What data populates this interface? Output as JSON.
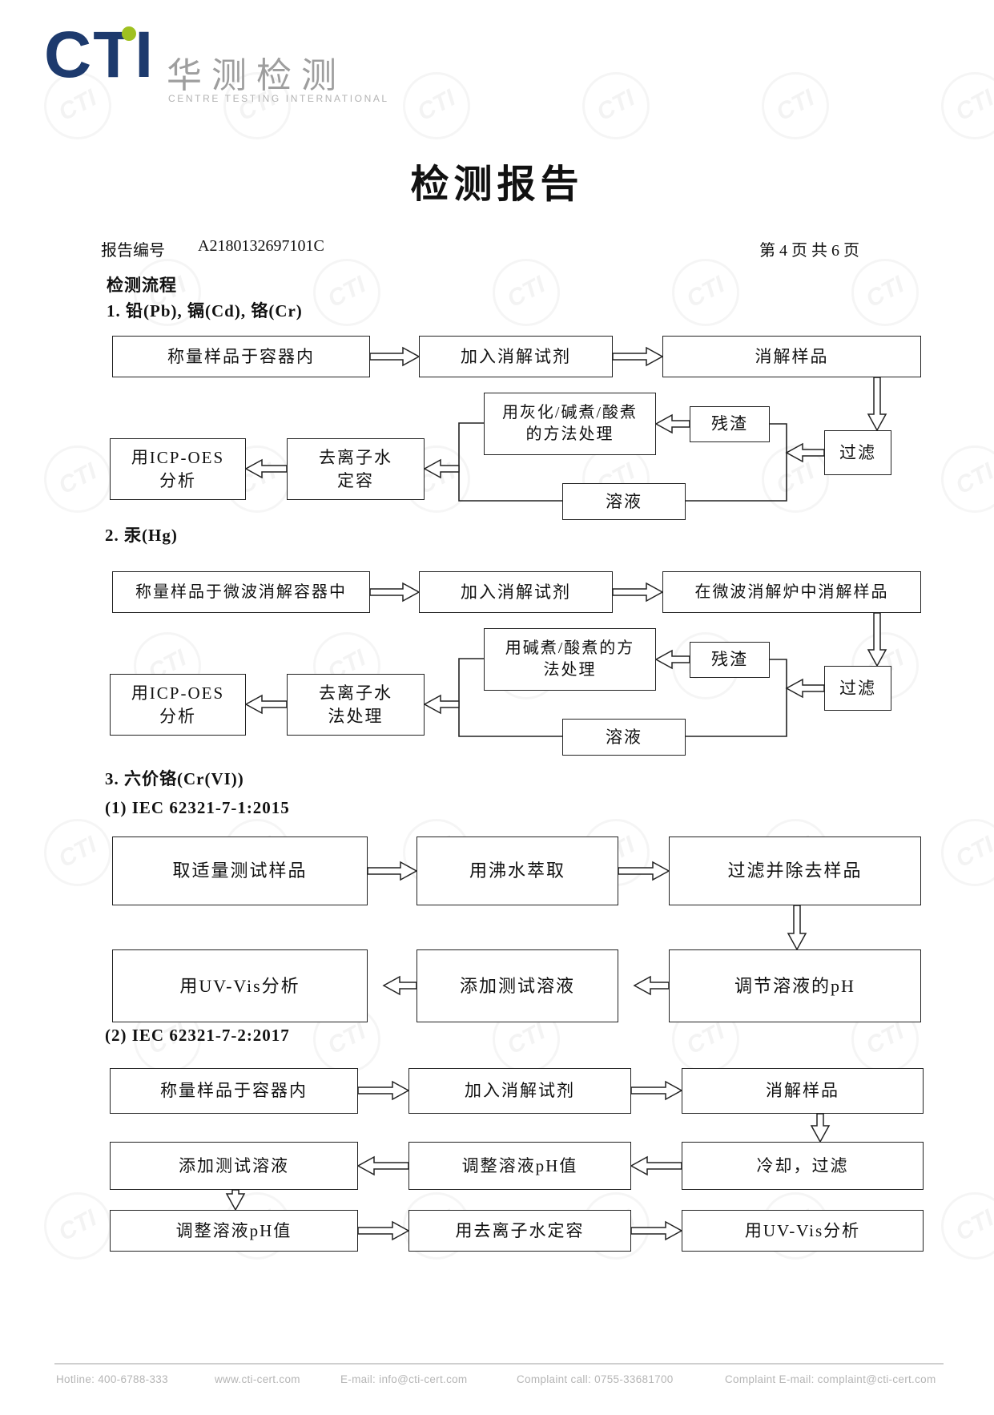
{
  "logo": {
    "brand": "CTI",
    "brand_cn": "华测检测",
    "brand_sub": "CENTRE TESTING INTERNATIONAL"
  },
  "title": "检测报告",
  "report_meta": {
    "label": "报告编号",
    "number": "A2180132697101C",
    "page_info": "第 4 页  共 6 页"
  },
  "process_title": "检测流程",
  "sections": {
    "s1": {
      "heading": "1. 铅(Pb), 镉(Cd), 铬(Cr)"
    },
    "s2": {
      "heading": "2. 汞(Hg)"
    },
    "s3": {
      "heading": "3. 六价铬(Cr(VI))"
    },
    "s3a": {
      "heading": "(1) IEC 62321-7-1:2015"
    },
    "s3b": {
      "heading": "(2) IEC 62321-7-2:2017"
    }
  },
  "fc1": {
    "weigh": "称量样品于容器内",
    "reagent": "加入消解试剂",
    "digest": "消解样品",
    "treat": "用灰化/碱煮/酸煮\n的方法处理",
    "residue": "残渣",
    "filter": "过滤",
    "analyze": "用ICP-OES\n分析",
    "dilute": "去离子水\n定容",
    "solution": "溶液"
  },
  "fc2": {
    "weigh": "称量样品于微波消解容器中",
    "reagent": "加入消解试剂",
    "digest": "在微波消解炉中消解样品",
    "treat": "用碱煮/酸煮的方\n法处理",
    "residue": "残渣",
    "filter": "过滤",
    "analyze": "用ICP-OES\n分析",
    "dilute": "去离子水\n法处理",
    "solution": "溶液"
  },
  "fc3a": {
    "take": "取适量测试样品",
    "extract": "用沸水萃取",
    "filter": "过滤并除去样品",
    "analyze": "用UV-Vis分析",
    "add": "添加测试溶液",
    "adjust": "调节溶液的pH"
  },
  "fc3b": {
    "weigh": "称量样品于容器内",
    "reagent": "加入消解试剂",
    "digest": "消解样品",
    "add": "添加测试溶液",
    "adjust_ph": "调整溶液pH值",
    "cool": "冷却，过滤",
    "adjust_ph2": "调整溶液pH值",
    "dilute": "用去离子水定容",
    "analyze": "用UV-Vis分析"
  },
  "footer": {
    "items": [
      "Hotline: 400-6788-333",
      "www.cti-cert.com",
      "E-mail: info@cti-cert.com",
      "Complaint call: 0755-33681700",
      "Complaint E-mail: complaint@cti-cert.com"
    ]
  },
  "colors": {
    "brand_navy": "#1d3a6d",
    "brand_green": "#9fc120",
    "brand_gray": "#9e9e9e",
    "footer_gray": "#b5b5b5"
  }
}
